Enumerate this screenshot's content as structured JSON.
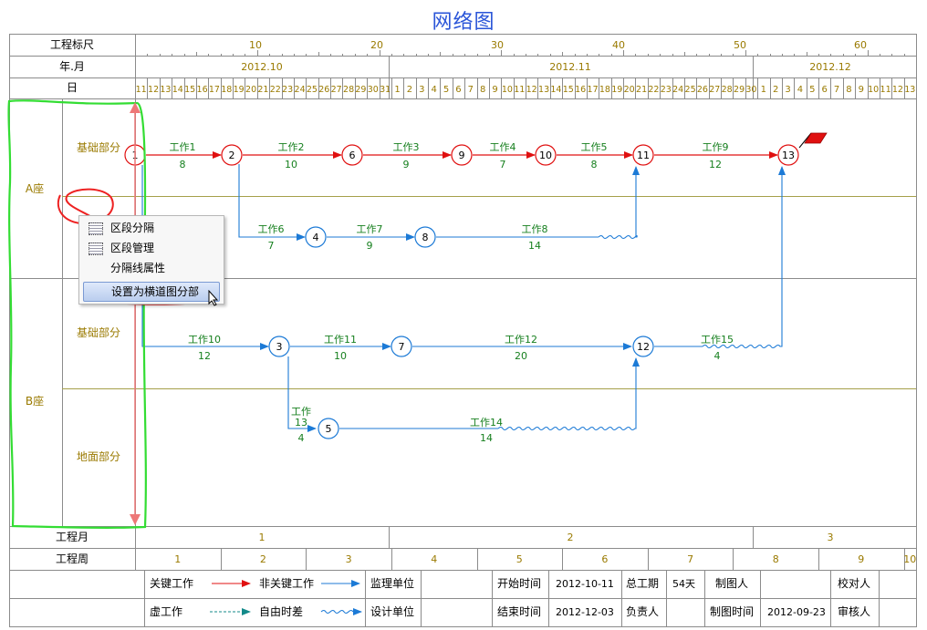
{
  "title": "网络图",
  "colors": {
    "critical": "#e01010",
    "normal": "#1c7ad6",
    "text_gold": "#9a7a00",
    "grid": "#8b8b8b",
    "grid_olive": "#a5a04a",
    "node_text": "#000000",
    "duration": "#17801f",
    "annotation_red": "#ee2222",
    "annotation_green": "#33dd33"
  },
  "scale": {
    "row_labels": [
      "工程标尺",
      "年.月",
      "日"
    ],
    "ruler_marks": [
      "10",
      "20",
      "30",
      "40",
      "50",
      "60"
    ],
    "months": [
      "2012.10",
      "2012.11",
      "2012.12"
    ],
    "days": [
      "11",
      "12",
      "13",
      "14",
      "15",
      "16",
      "17",
      "18",
      "19",
      "20",
      "21",
      "22",
      "23",
      "24",
      "25",
      "26",
      "27",
      "28",
      "29",
      "30",
      "31",
      "1",
      "2",
      "3",
      "4",
      "5",
      "6",
      "7",
      "8",
      "9",
      "10",
      "11",
      "12",
      "13",
      "14",
      "15",
      "16",
      "17",
      "18",
      "19",
      "20",
      "21",
      "22",
      "23",
      "24",
      "25",
      "26",
      "27",
      "28",
      "29",
      "30",
      "1",
      "2",
      "3",
      "4",
      "5",
      "6",
      "7",
      "8",
      "9",
      "10",
      "11",
      "12",
      "13"
    ]
  },
  "sections": {
    "groups": [
      "A座",
      "B座"
    ],
    "parts": [
      "基础部分",
      "基础部分",
      "地面部分"
    ]
  },
  "nodes": [
    "1",
    "2",
    "3",
    "4",
    "5",
    "6",
    "7",
    "8",
    "9",
    "10",
    "11",
    "12",
    "13"
  ],
  "activities": [
    {
      "name": "工作1",
      "duration": "8",
      "kind": "critical"
    },
    {
      "name": "工作2",
      "duration": "10",
      "kind": "critical"
    },
    {
      "name": "工作3",
      "duration": "9",
      "kind": "critical"
    },
    {
      "name": "工作4",
      "duration": "7",
      "kind": "critical"
    },
    {
      "name": "工作5",
      "duration": "8",
      "kind": "critical"
    },
    {
      "name": "工作9",
      "duration": "12",
      "kind": "critical"
    },
    {
      "name": "工作6",
      "duration": "7",
      "kind": "normal"
    },
    {
      "name": "工作7",
      "duration": "9",
      "kind": "normal"
    },
    {
      "name": "工作8",
      "duration": "14",
      "kind": "normal"
    },
    {
      "name": "工作10",
      "duration": "12",
      "kind": "normal"
    },
    {
      "name": "工作11",
      "duration": "10",
      "kind": "normal"
    },
    {
      "name": "工作12",
      "duration": "20",
      "kind": "normal"
    },
    {
      "name": "工作15",
      "duration": "4",
      "kind": "normal"
    },
    {
      "name": "工作",
      "name2": "13",
      "duration": "4",
      "kind": "normal"
    },
    {
      "name": "工作14",
      "duration": "14",
      "kind": "normal"
    }
  ],
  "footer": {
    "month_label": "工程月",
    "week_label": "工程周",
    "months": [
      "1",
      "2",
      "3"
    ],
    "weeks": [
      "1",
      "2",
      "3",
      "4",
      "5",
      "6",
      "7",
      "8",
      "9",
      "10"
    ]
  },
  "legend": {
    "critical": "关键工作",
    "noncritical": "非关键工作",
    "dummy": "虚工作",
    "float": "自由时差",
    "supervisor": "监理单位",
    "designer": "设计单位",
    "start_label": "开始时间",
    "start_value": "2012-10-11",
    "end_label": "结束时间",
    "end_value": "2012-12-03",
    "total_label": "总工期",
    "total_value": "54天",
    "owner_label": "负责人",
    "drawer_label": "制图人",
    "draw_time_label": "制图时间",
    "draw_time_value": "2012-09-23",
    "checker_label": "校对人",
    "reviewer_label": "审核人"
  },
  "context_menu": {
    "items": [
      "区段分隔",
      "区段管理",
      "分隔线属性",
      "设置为横道图分部"
    ],
    "selected": "设置为横道图分部"
  }
}
